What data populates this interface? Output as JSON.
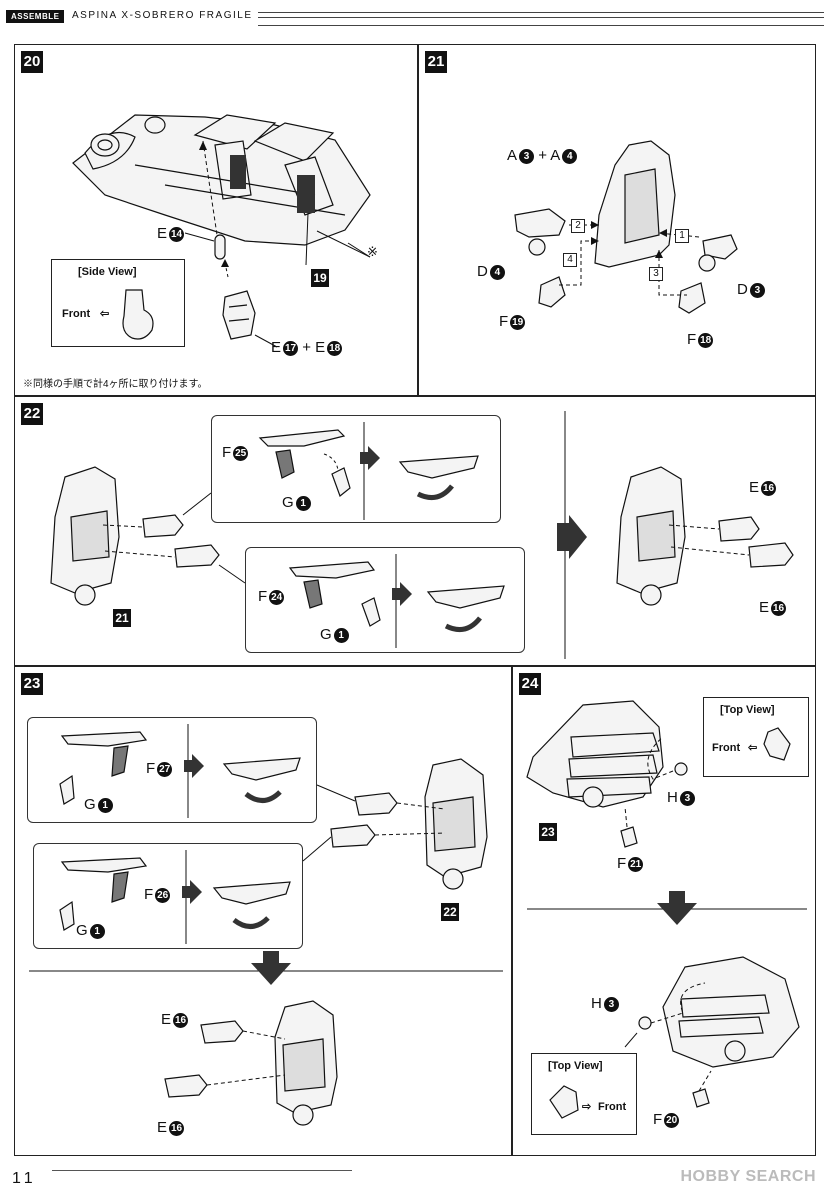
{
  "header": {
    "tag": "ASSEMBLE",
    "title": "ASPINA  X-SOBRERO FRAGILE"
  },
  "steps": {
    "s20": {
      "number": "20",
      "ref_part": "19",
      "label_e14": {
        "letter": "E",
        "num": "14"
      },
      "label_e17_e18": {
        "a": "E",
        "an": "17",
        "plus": "+",
        "b": "E",
        "bn": "18"
      },
      "side_view": {
        "title": "[Side View]",
        "front": "Front",
        "arrow": "⇦"
      },
      "asterisk": "※",
      "note": "※同様の手順で計4ヶ所に取り付けます。"
    },
    "s21": {
      "number": "21",
      "a34": {
        "a": "A",
        "an": "3",
        "plus": "+",
        "b": "A",
        "bn": "4"
      },
      "d4": {
        "letter": "D",
        "num": "4"
      },
      "d3": {
        "letter": "D",
        "num": "3"
      },
      "f19": {
        "letter": "F",
        "num": "19"
      },
      "f18": {
        "letter": "F",
        "num": "18"
      },
      "order": [
        "1",
        "2",
        "3",
        "4"
      ]
    },
    "s22": {
      "number": "22",
      "ref_part": "21",
      "f25": {
        "letter": "F",
        "num": "25"
      },
      "g1a": {
        "letter": "G",
        "num": "1"
      },
      "f24": {
        "letter": "F",
        "num": "24"
      },
      "g1b": {
        "letter": "G",
        "num": "1"
      },
      "e16a": {
        "letter": "E",
        "num": "16"
      },
      "e16b": {
        "letter": "E",
        "num": "16"
      }
    },
    "s23": {
      "number": "23",
      "ref_part": "22",
      "f27": {
        "letter": "F",
        "num": "27"
      },
      "g1a": {
        "letter": "G",
        "num": "1"
      },
      "f26": {
        "letter": "F",
        "num": "26"
      },
      "g1b": {
        "letter": "G",
        "num": "1"
      },
      "e16a": {
        "letter": "E",
        "num": "16"
      },
      "e16b": {
        "letter": "E",
        "num": "16"
      }
    },
    "s24": {
      "number": "24",
      "ref_part": "23",
      "h3a": {
        "letter": "H",
        "num": "3"
      },
      "f21": {
        "letter": "F",
        "num": "21"
      },
      "h3b": {
        "letter": "H",
        "num": "3"
      },
      "f20": {
        "letter": "F",
        "num": "20"
      },
      "top_view_a": {
        "title": "[Top View]",
        "front": "Front",
        "arrow": "⇦"
      },
      "top_view_b": {
        "title": "[Top View]",
        "front": "Front",
        "arrow": "⇨"
      }
    }
  },
  "footer": {
    "page": "11",
    "watermark": "HOBBY SEARCH"
  },
  "colors": {
    "ink": "#111111",
    "arrow": "#333333"
  }
}
